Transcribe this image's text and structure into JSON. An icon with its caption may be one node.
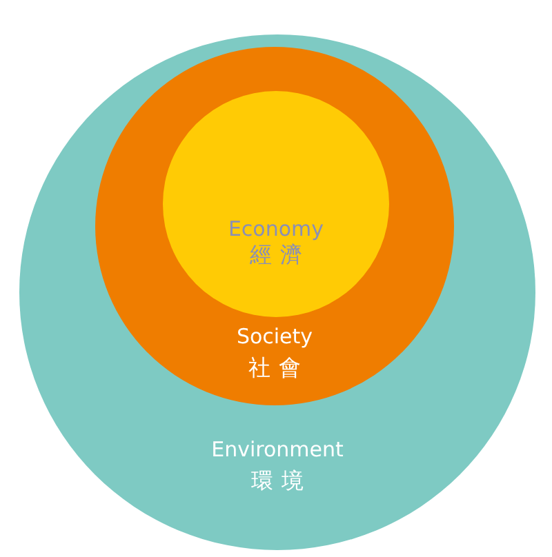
{
  "diagram": {
    "nodes": [
      {
        "text": [
          "Environment",
          "環境"
        ]
      },
      {
        "text": [
          "Society",
          "社會"
        ],
        "in": 0
      },
      {
        "text": [
          "Economy",
          "經濟"
        ],
        "in": 1
      }
    ]
  }
}
